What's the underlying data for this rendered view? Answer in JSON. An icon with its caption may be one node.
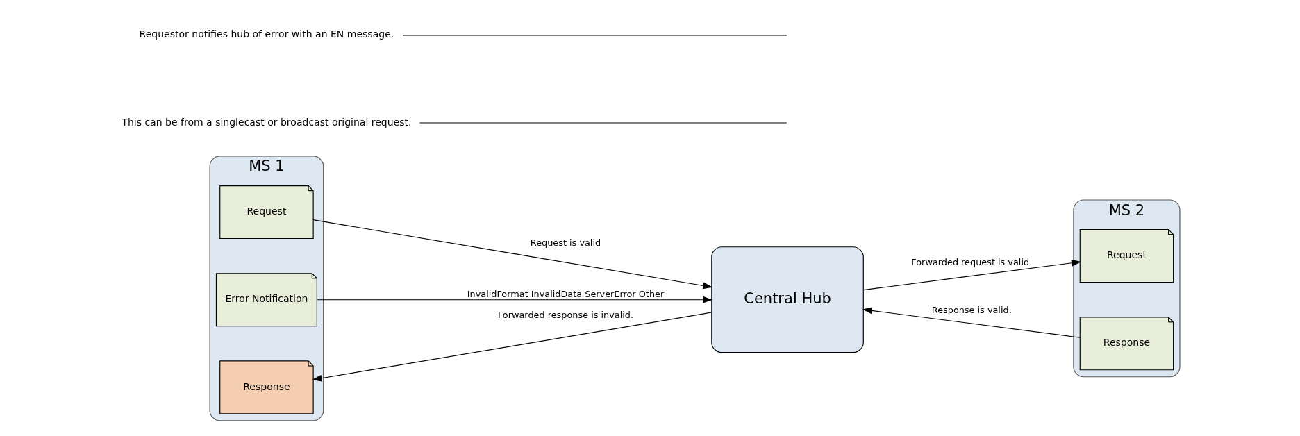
{
  "diagram": {
    "nodes": [
      {
        "text": [
          "MS 1"
        ]
      },
      {
        "text": [
          "Request"
        ],
        "in": 0
      },
      {
        "text": [
          "Response"
        ],
        "in": 0
      },
      {
        "text": [
          "Error Notification"
        ],
        "in": 0
      },
      {
        "text": [
          "Central Hub"
        ]
      },
      {
        "text": [
          "MS 2"
        ]
      },
      {
        "text": [
          "Request"
        ],
        "in": 5
      },
      {
        "text": [
          "Response"
        ],
        "in": 5
      },
      {
        "text": [
          "This can be from a singlecast or broadcast original request."
        ]
      },
      {
        "text": [
          "Requestor notifies hub of error with an EN message."
        ]
      }
    ],
    "edges": [
      {
        "from": 1,
        "to": 4,
        "arrow": "to",
        "label": "Request is valid"
      },
      {
        "from": 4,
        "to": 2,
        "arrow": "to",
        "label": "Forwarded response is invalid."
      },
      {
        "from": 3,
        "to": 4,
        "arrow": "to",
        "label": "InvalidFormat InvalidData ServerError Other"
      },
      {
        "from": 4,
        "to": 6,
        "arrow": "to",
        "label": "Forwarded request is valid."
      },
      {
        "from": 7,
        "to": 4,
        "arrow": "to",
        "label": "Response is valid."
      },
      {
        "from": 8,
        "to": null,
        "arrow": "none"
      },
      {
        "from": 9,
        "to": null,
        "arrow": "none"
      }
    ]
  }
}
